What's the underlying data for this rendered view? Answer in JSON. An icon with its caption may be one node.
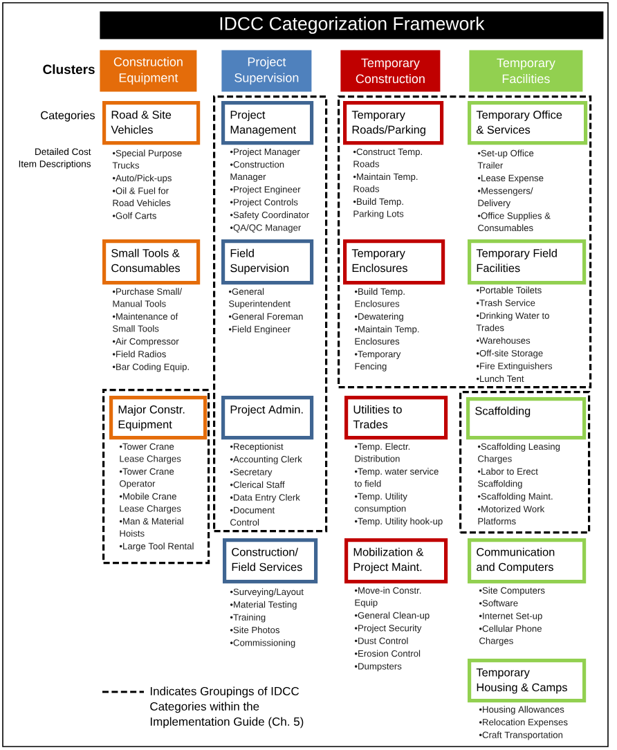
{
  "diagram": {
    "title": "IDCC Categorization Framework",
    "nodes": [
      {
        "text": [
          "Construction Equipment"
        ]
      },
      {
        "text": [
          "Project Supervision"
        ]
      },
      {
        "text": [
          "Temporary Construction"
        ]
      },
      {
        "text": [
          "Temporary Facilities"
        ]
      },
      {
        "text": [],
        "shape": "box"
      },
      {
        "text": [],
        "shape": "box"
      },
      {
        "text": [
          "Road & Site Vehicles"
        ],
        "beside": [
          "•Special Purpose Trucks",
          "•Auto/Pick-ups",
          "•Oil & Fuel for Road Vehicles",
          "•Golf Carts"
        ]
      },
      {
        "text": [
          "Project Management"
        ],
        "in": 4,
        "beside": [
          "•Project Manager",
          "•Construction Manager",
          "•Project Engineer",
          "•Project Controls",
          "•Safety Coordinator",
          "•QA/QC Manager"
        ]
      },
      {
        "text": [
          "Temporary Roads/Parking"
        ],
        "in": 5,
        "beside": [
          "•Construct Temp. Roads",
          "•Maintain Temp. Roads",
          "•Build Temp. Parking Lots"
        ]
      },
      {
        "text": [
          "Temporary Office & Services"
        ],
        "in": 5,
        "beside": [
          "•Set-up Office Trailer",
          "•Lease Expense",
          "•Messengers/ Delivery",
          "•Office Supplies & Consumables"
        ]
      },
      {
        "text": [
          "Small Tools & Consumables"
        ],
        "beside": [
          "•Purchase Small/ Manual Tools",
          "•Maintenance of Small Tools",
          "•Air Compressor",
          "•Field Radios",
          "•Bar Coding Equip."
        ]
      },
      {
        "text": [
          "Field Supervision"
        ],
        "in": 4,
        "beside": [
          "•General Superintendent",
          "•General Foreman",
          "•Field Engineer"
        ]
      },
      {
        "text": [
          "Temporary Enclosures"
        ],
        "in": 5,
        "beside": [
          "•Build Temp. Enclosures",
          "•Dewatering",
          "•Maintain Temp. Enclosures",
          "•Temporary Fencing"
        ]
      },
      {
        "text": [
          "Temporary Field Facilities"
        ],
        "in": 5,
        "beside": [
          "•Portable Toilets",
          "•Trash Service",
          "•Drinking Water to Trades",
          "•Warehouses",
          "•Off-site Storage",
          "•Fire Extinguishers",
          "•Lunch Tent"
        ]
      },
      {
        "text": [],
        "shape": "box"
      },
      {
        "text": [
          "Major Constr. Equipment"
        ],
        "in": 14,
        "beside": [
          "•Tower Crane Lease Charges",
          "•Tower Crane Operator",
          "•Mobile Crane Lease Charges",
          "•Man & Material Hoists",
          "•Large Tool Rental"
        ]
      },
      {
        "text": [
          "Project Admin."
        ],
        "in": 4,
        "beside": [
          "•Receptionist",
          "•Accounting Clerk",
          "•Secretary",
          "•Clerical Staff",
          "•Data Entry Clerk",
          "•Document Control"
        ]
      },
      {
        "text": [
          "Utilities to Trades"
        ],
        "beside": [
          "•Temp. Electr. Distribution",
          "•Temp. water service to field",
          "•Temp. Utility consumption",
          "•Temp. Utility hook-up"
        ]
      },
      {
        "text": [],
        "shape": "box"
      },
      {
        "text": [
          "Scaffolding"
        ],
        "in": 18,
        "beside": [
          "•Scaffolding Leasing Charges",
          "•Labor to Erect Scaffolding",
          "•Scaffolding Maint.",
          "•Motorized Work Platforms"
        ]
      },
      {
        "text": [
          "Construction/ Field Services"
        ],
        "beside": [
          "•Surveying/Layout",
          "•Material Testing",
          "•Training",
          "•Site Photos",
          "•Commissioning"
        ]
      },
      {
        "text": [
          "Mobilization & Project Maint."
        ],
        "beside": [
          "•Move-in Constr. Equip",
          "•General Clean-up",
          "•Project Security",
          "•Dust Control",
          "•Erosion Control",
          "•Dumpsters"
        ]
      },
      {
        "text": [
          "Communication and Computers"
        ],
        "beside": [
          "•Site Computers",
          "•Software",
          "•Internet Set-up",
          "•Cellular Phone Charges"
        ]
      },
      {
        "text": [
          "Temporary Housing & Camps"
        ],
        "beside": [
          "•Housing Allowances",
          "•Relocation Expenses",
          "•Craft Transportation"
        ]
      }
    ],
    "labels": [
      "Clusters",
      "Categories",
      "Detailed Cost Item Descriptions"
    ],
    "legend": [
      {
        "text": "Indicates Groupings of IDCC Categories within the Implementation Guide (Ch. 5)"
      }
    ]
  }
}
